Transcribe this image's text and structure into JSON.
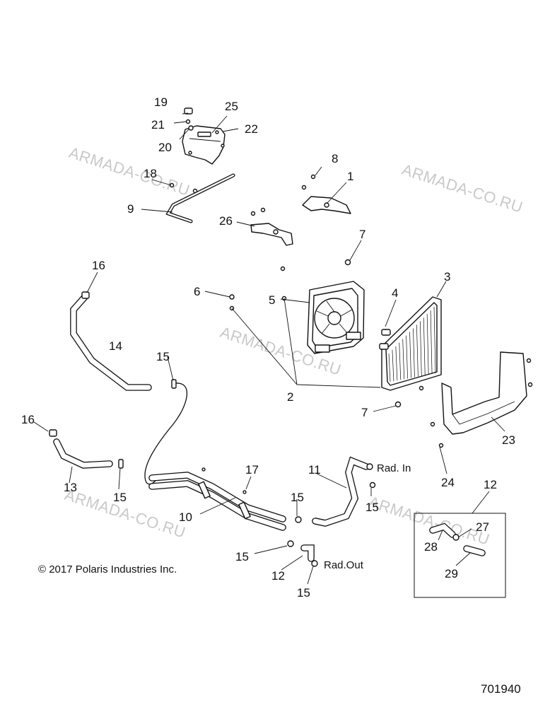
{
  "watermark": "ARMADA-CO.RU",
  "copyright": "© 2017 Polaris Industries Inc.",
  "figure_number": "701940",
  "port_labels": {
    "rad_in": "Rad. In",
    "rad_out": "Rad.Out"
  },
  "callouts": {
    "n1": "1",
    "n2": "2",
    "n3": "3",
    "n4": "4",
    "n5": "5",
    "n6": "6",
    "n7": "7",
    "n8": "8",
    "n9": "9",
    "n10": "10",
    "n11": "11",
    "n12": "12",
    "n13": "13",
    "n14": "14",
    "n15": "15",
    "n16": "16",
    "n17": "17",
    "n18": "18",
    "n19": "19",
    "n20": "20",
    "n21": "21",
    "n22": "22",
    "n23": "23",
    "n24": "24",
    "n25": "25",
    "n26": "26",
    "n27": "27",
    "n28": "28",
    "n29": "29"
  }
}
